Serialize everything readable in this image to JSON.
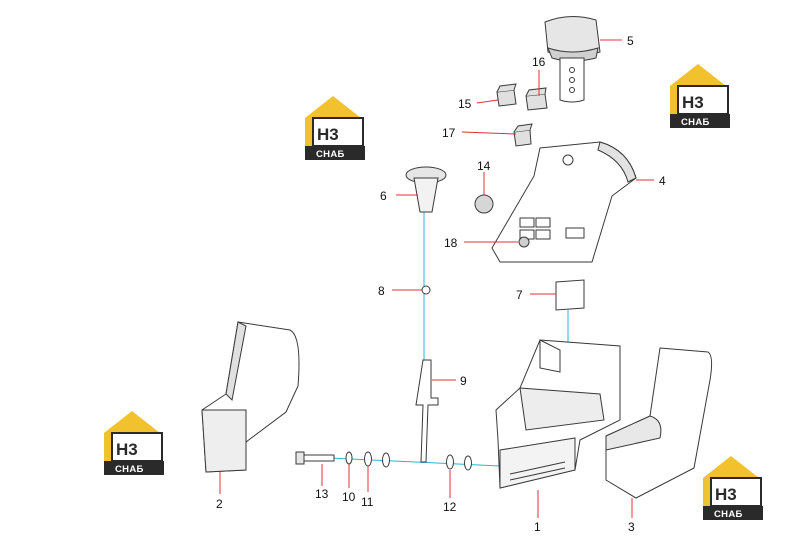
{
  "callouts": {
    "p1": "1",
    "p2": "2",
    "p3": "3",
    "p4": "4",
    "p5": "5",
    "p6": "6",
    "p7": "7",
    "p8": "8",
    "p9": "9",
    "p10": "10",
    "p11": "11",
    "p12": "12",
    "p13": "13",
    "p14": "14",
    "p15": "15",
    "p16": "16",
    "p17": "17",
    "p18": "18"
  },
  "watermark": {
    "top": "H3",
    "bottom": "СНАБ"
  },
  "colors": {
    "leader": "#e0303a",
    "axis": "#2ab4d6",
    "outline": "#3a3a3a",
    "logo_yellow": "#f2c12e",
    "logo_dark": "#2a2a2a"
  }
}
